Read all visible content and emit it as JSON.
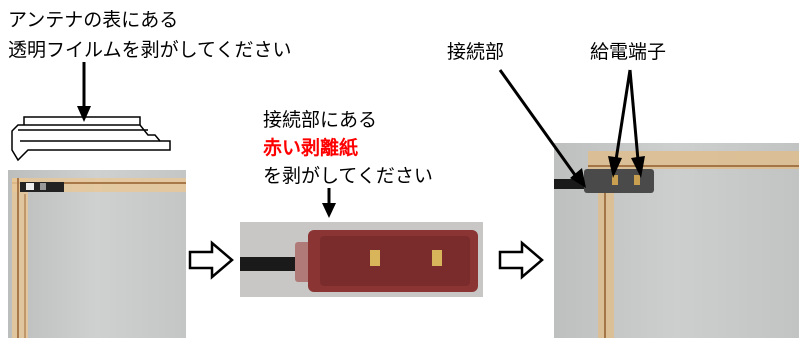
{
  "step1": {
    "line1": "アンテナの表にある",
    "line2": "透明フイルムを剥がしてください"
  },
  "step2": {
    "line1": "接続部にある",
    "line2_red": "赤い剥離紙",
    "line3": "を剥がしてください"
  },
  "step3": {
    "label_connector": "接続部",
    "label_terminal": "給電端子"
  },
  "colors": {
    "text": "#000000",
    "highlight": "#ff0000",
    "glass": "#c7c9c9",
    "copper_trace": "#d9b07a",
    "red_liner": "#8a3434",
    "connector_body": "#4a4a4a"
  }
}
